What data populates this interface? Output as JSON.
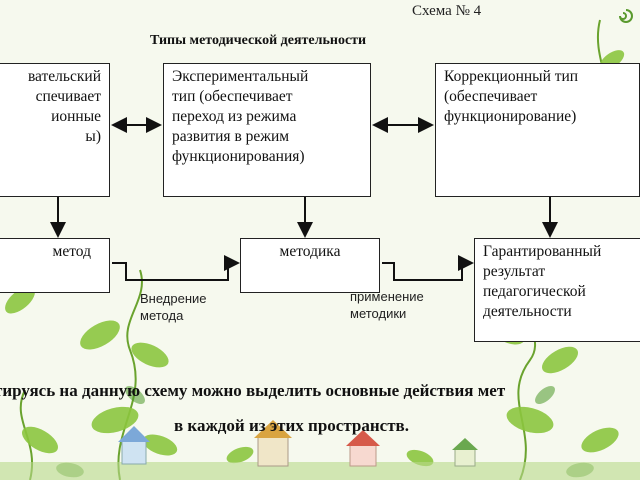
{
  "header": {
    "scheme_number": "Схема № 4",
    "title": "Типы методической деятельности"
  },
  "top_row": {
    "research": "вательский\nспечивает\nионные\nы)",
    "experimental": "Экспериментальный\nтип (обеспечивает\nпереход из режима\nразвития в режим\nфункционирования)",
    "correction": "Коррекционный тип\n(обеспечивает\nфункционирование)"
  },
  "bottom_row": {
    "method": "метод",
    "methodology": "методика",
    "result": "Гарантированный\nрезультат\nпедагогической\nдеятельности"
  },
  "captions": {
    "implementation": "Внедрение\nметода",
    "application": "применение\nметодики"
  },
  "footer": {
    "line1": "тируясь на данную схему можно выделить основные действия мет",
    "line2": "в каждой из этих пространств."
  },
  "colors": {
    "background": "#f6f9ee",
    "leaf_green": "#8cc63f",
    "leaf_dark": "#4e9a2a",
    "box_border": "#222222"
  }
}
